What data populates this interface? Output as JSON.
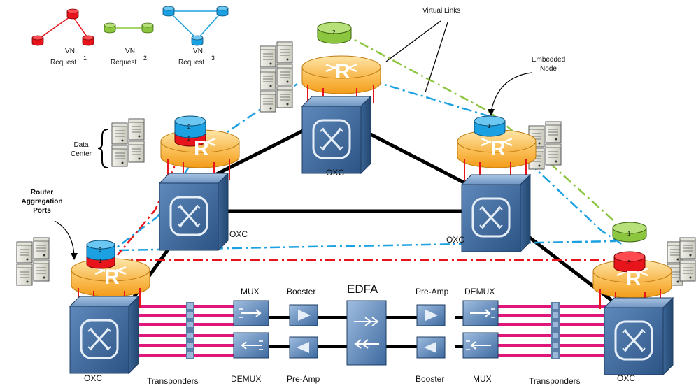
{
  "legend": {
    "vn1": {
      "label_top": "VN",
      "label_bottom": "Request",
      "index": "1"
    },
    "vn2": {
      "label_top": "VN",
      "label_bottom": "Request",
      "index": "2"
    },
    "vn3": {
      "label_top": "VN",
      "label_bottom": "Request",
      "index": "3"
    }
  },
  "annotations": {
    "virtual_links": "Virtual Links",
    "embedded_node_1": "Embedded",
    "embedded_node_2": "Node",
    "data_center_1": "Data",
    "data_center_2": "Center",
    "router_agg_1": "Router",
    "router_agg_2": "Aggregation",
    "router_agg_3": "Ports"
  },
  "labels": {
    "oxc": "OXC",
    "transponders": "Transponders",
    "mux": "MUX",
    "demux": "DEMUX",
    "booster": "Booster",
    "preamp": "Pre-Amp",
    "edfa": "EDFA",
    "router_letter": "R"
  },
  "node_numbers": {
    "one": "1",
    "two": "2",
    "three": "3"
  },
  "colors": {
    "vn1_red": "#e8141b",
    "vn2_green": "#8cc63f",
    "vn3_blue": "#1ba0e1",
    "router_orange": "#f6a623",
    "oxc_blue": "#3f6ea3",
    "fiber_magenta": "#e0177a",
    "link_black": "#000000"
  }
}
